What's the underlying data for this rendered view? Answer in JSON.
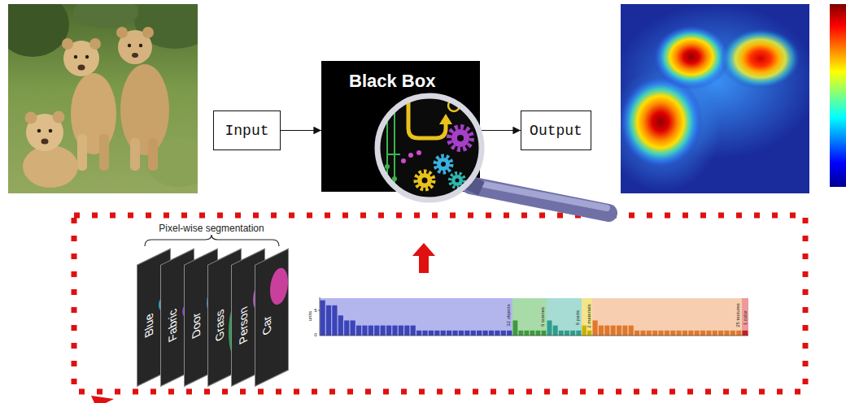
{
  "diagram": {
    "nodes": [
      {
        "text": [
          "Input"
        ]
      },
      {
        "text": [
          "Black Box"
        ]
      },
      {
        "text": [
          "Output"
        ]
      },
      {
        "text": [
          "Blue"
        ]
      },
      {
        "text": [
          "Fabric"
        ]
      },
      {
        "text": [
          "Door"
        ]
      },
      {
        "text": [
          "Grass"
        ]
      },
      {
        "text": [
          "Person"
        ]
      },
      {
        "text": [
          "Car"
        ]
      }
    ],
    "edges": [
      {
        "from": 0,
        "to": 1,
        "arrow": "to"
      },
      {
        "from": 1,
        "to": 2,
        "arrow": "to"
      }
    ],
    "labels": [
      "Pixel-wise segmentation",
      "units",
      "5",
      "0",
      "32 objects",
      "6 scenes",
      "6 parts",
      "2 materials",
      "25 textures",
      "1 color"
    ]
  }
}
